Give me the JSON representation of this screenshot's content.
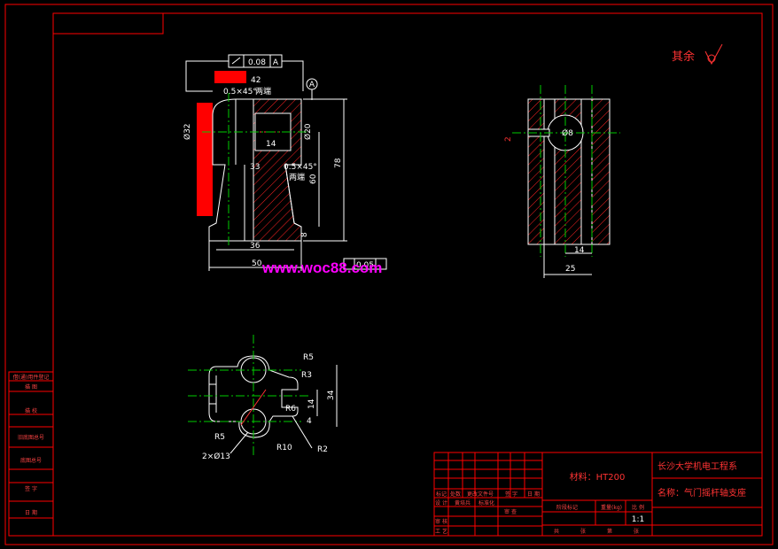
{
  "drawing": {
    "watermark": "www.woc88.com",
    "roughness_note": "其余",
    "front_view": {
      "gdt_flatness": "0.08",
      "gdt_datum_a": "A",
      "gdt_perp": "0.05",
      "datum_mark": "A",
      "dims": {
        "chamfer_top": "0.5×45°",
        "both_ends_1": "两端",
        "top_42": "42",
        "dia_32": "Ø32",
        "dia_20": "Ø20",
        "r14": "14",
        "d33": "33",
        "chamfer_mid": "0.5×45°",
        "both_ends_2": "两端",
        "d60": "60",
        "d78": "78",
        "d8": "8",
        "d36": "36",
        "d50": "50"
      }
    },
    "side_view": {
      "dims": {
        "d14": "14",
        "d25": "25",
        "hole": "Ø8",
        "slot": "2"
      }
    },
    "top_view": {
      "dims": {
        "r5a": "R5",
        "r3": "R3",
        "r6": "R6",
        "d34": "34",
        "d14": "14",
        "d4": "4",
        "r5b": "R5",
        "r10": "R10",
        "r2": "R2",
        "holes": "2×Ø13"
      }
    }
  },
  "left_stamp": {
    "cells": [
      "借(通)用件登记",
      "描  图",
      "描  校",
      "旧底图总号",
      "底图总号",
      "签  字",
      "日  期"
    ]
  },
  "title_block": {
    "material": "材料：HT200",
    "company": "长沙大学机电工程系",
    "part_name": "名称：气门摇杆轴支座",
    "header_labels": [
      "标记",
      "处数",
      "更改文件号",
      "签  字",
      "日  期"
    ],
    "signer": "黄培兵",
    "row_labels": [
      "设 计",
      "标准化",
      "审 核",
      "工 艺",
      "审 查"
    ],
    "stage_label": "阶段标记",
    "weight_label": "重量(kg)",
    "scale_label": "比 例",
    "scale_value": "1:1",
    "sheet_labels": [
      "共",
      "张",
      "第",
      "张"
    ]
  }
}
